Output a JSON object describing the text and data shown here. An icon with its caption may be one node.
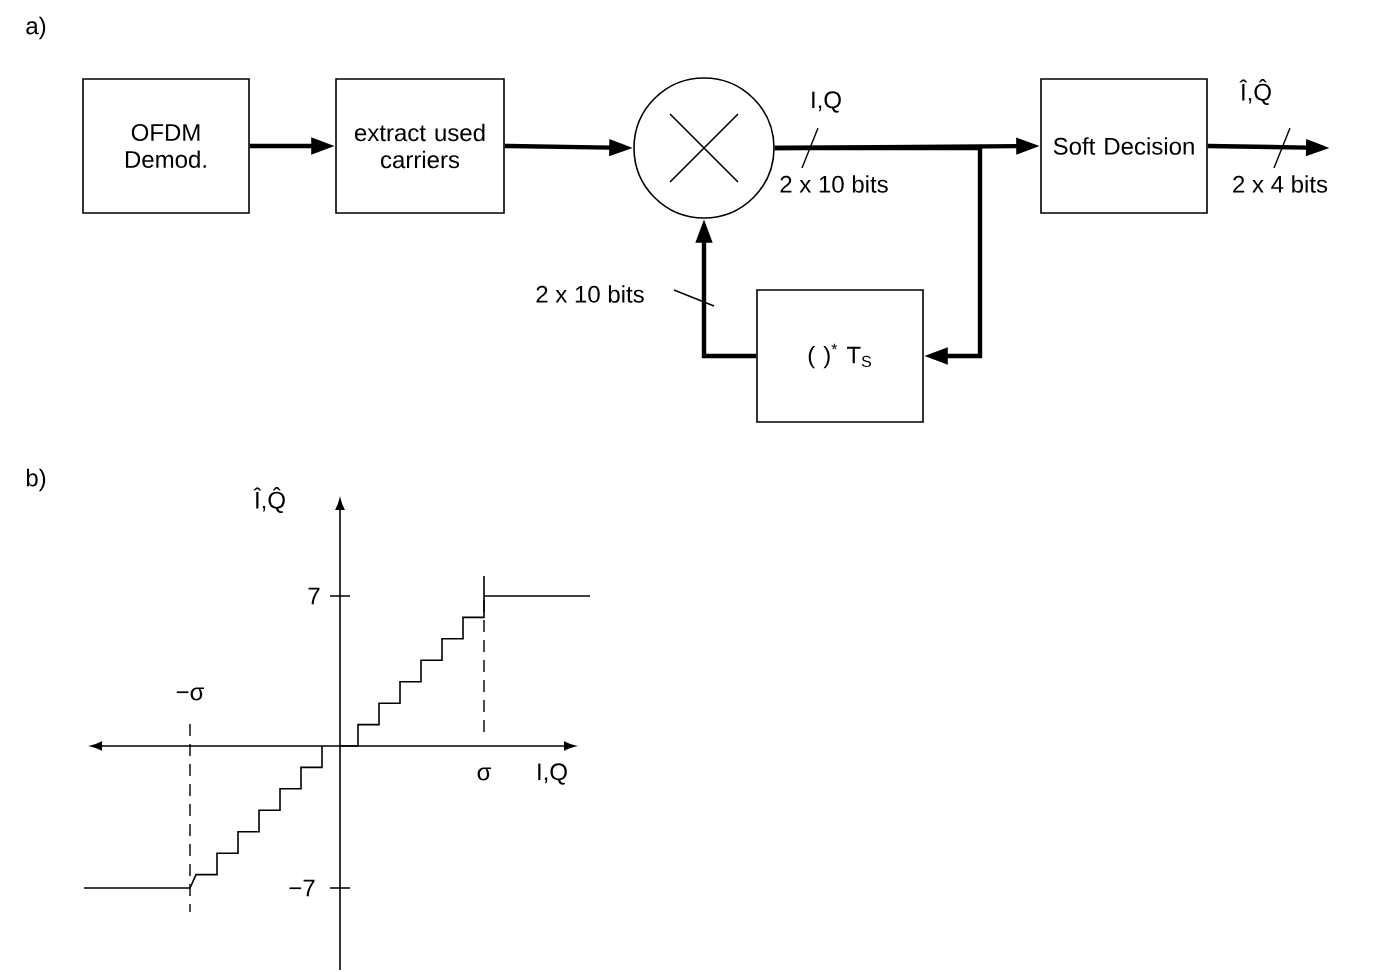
{
  "diagram": {
    "nodes": [
      {
        "text": [
          "OFDM Demod."
        ]
      },
      {
        "text": [
          "extract used carriers"
        ]
      },
      {
        "text": [],
        "shape": "circle"
      },
      {
        "text": [
          "Soft Decision"
        ]
      },
      {
        "text": [
          "( )$^{*}$ T$_{S}$"
        ]
      }
    ],
    "edges": [
      {
        "from": 0,
        "to": 1,
        "arrow": "to"
      },
      {
        "from": 1,
        "to": 2,
        "arrow": "to"
      },
      {
        "from": 2,
        "to": 3,
        "arrow": "to",
        "label": "2 x 10 bits"
      },
      {
        "from": 2,
        "to": 4,
        "arrow": "to"
      },
      {
        "from": 4,
        "to": 2,
        "arrow": "to",
        "label": "2 x 10 bits"
      },
      {
        "from": 3,
        "to": null,
        "arrow": "to",
        "label": "2 x 4 bits"
      }
    ],
    "labels": [
      "a)",
      "I,Q",
      "Î,Q̂",
      "b)",
      "Î,Q̂",
      "7",
      "−σ",
      "σ",
      "I,Q",
      "−7"
    ]
  }
}
